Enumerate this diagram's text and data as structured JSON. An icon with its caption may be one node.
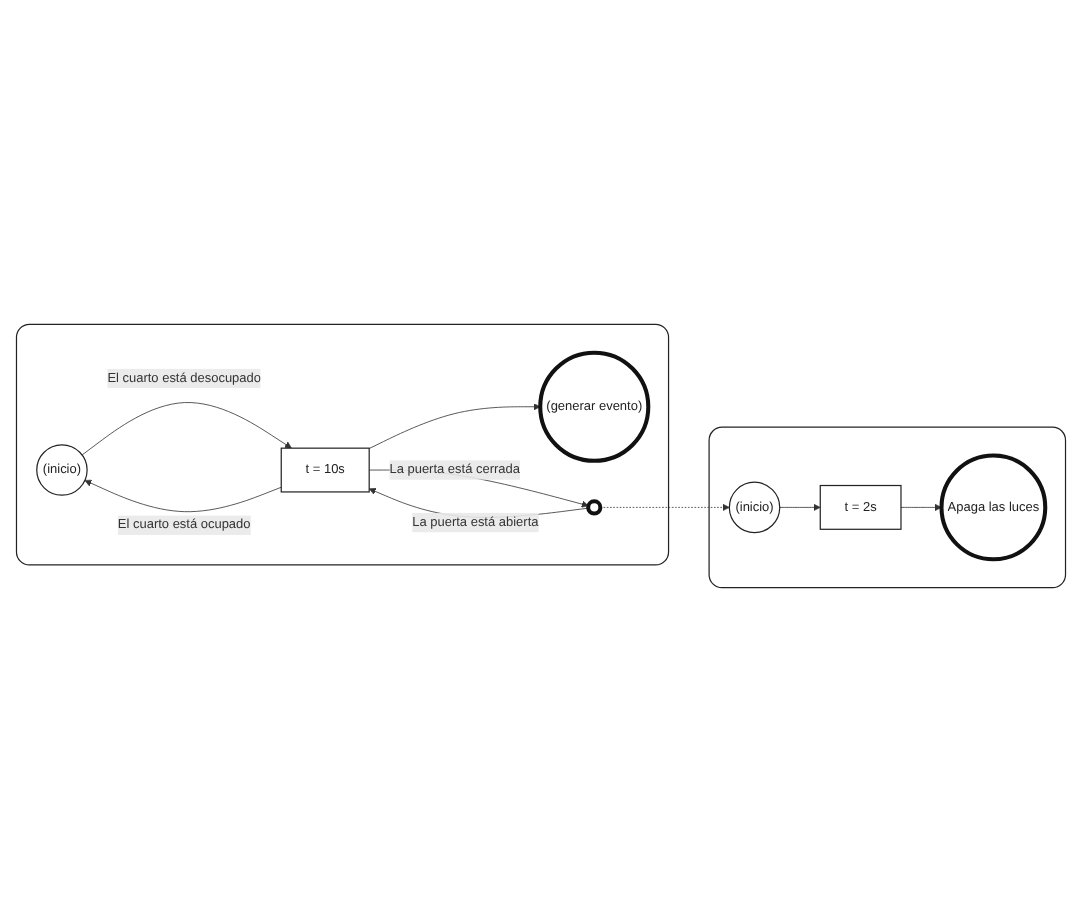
{
  "diagram": {
    "nodes": [
      {
        "text": [],
        "shape": "box"
      },
      {
        "text": [
          "(inicio)"
        ],
        "in": 0
      },
      {
        "text": [
          "t = 10s"
        ],
        "in": 0
      },
      {
        "text": [
          "(generar evento)"
        ],
        "in": 0
      },
      {
        "text": [],
        "shape": "circle",
        "in": 0
      },
      {
        "text": [],
        "shape": "box"
      },
      {
        "text": [
          "(inicio)"
        ],
        "in": 5
      },
      {
        "text": [
          "t = 2s"
        ],
        "in": 5
      },
      {
        "text": [
          "Apaga las luces"
        ],
        "in": 5
      }
    ],
    "edges": [
      {
        "from": 2,
        "to": 3,
        "arrow": "to"
      },
      {
        "from": 1,
        "to": 2,
        "arrow": "to",
        "label": "El cuarto está desocupado"
      },
      {
        "from": 2,
        "to": 4,
        "arrow": "to",
        "label": "La puerta está cerrada"
      },
      {
        "from": 2,
        "to": 1,
        "arrow": "to",
        "label": "El cuarto está ocupado"
      },
      {
        "from": 4,
        "to": 2,
        "arrow": "to",
        "label": "La puerta está abierta"
      },
      {
        "from": 4,
        "to": 6,
        "arrow": "to",
        "style": "dashed"
      },
      {
        "from": 6,
        "to": 7,
        "arrow": "to"
      },
      {
        "from": 7,
        "to": 8,
        "arrow": "to"
      }
    ]
  }
}
